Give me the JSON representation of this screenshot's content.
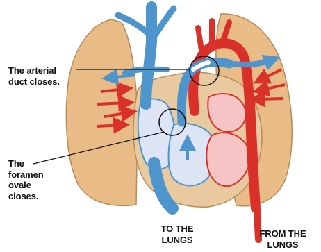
{
  "labels": {
    "arterial_duct": "The arterial\nduct closes.",
    "foramen_ovale": "The\nforamen\novale\ncloses.",
    "to_lungs": "TO THE\nLUNGS",
    "from_lungs": "FROM THE\nLUNGS"
  },
  "colors": {
    "lung": "#e9bb86",
    "lung_outline": "#b98a57",
    "vein_blue": "#4e94cd",
    "artery_red": "#d9302a",
    "heart_back": "#e8c9a0",
    "ventricle_left": "#f6c4c4",
    "ventricle_right": "#dde4f4",
    "text": "#111111"
  }
}
